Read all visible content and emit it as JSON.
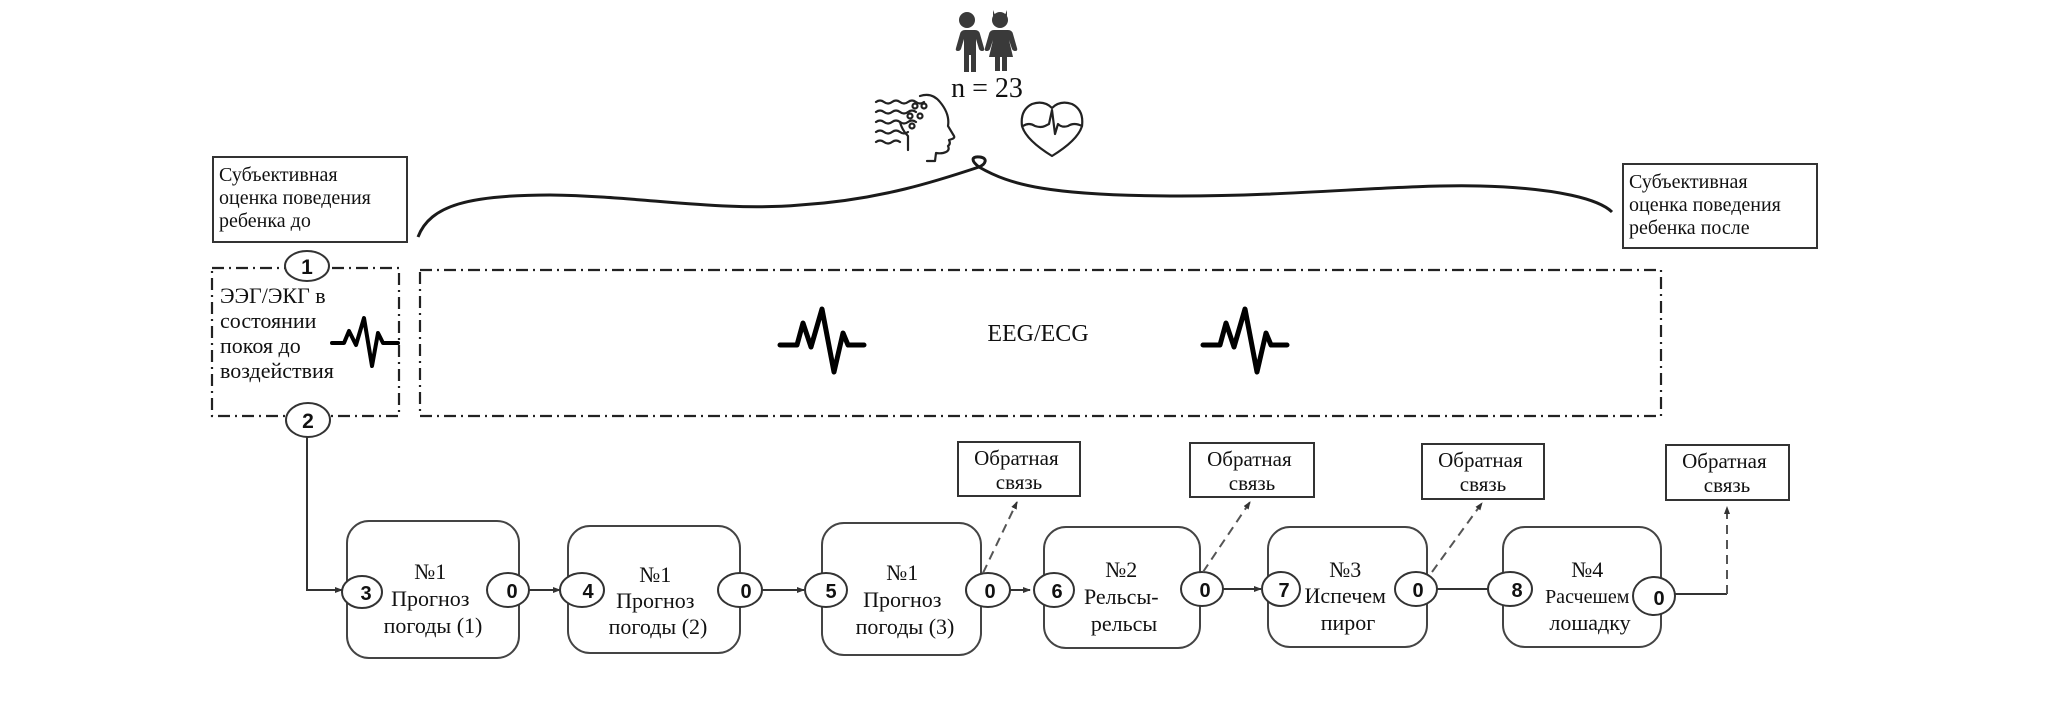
{
  "header": {
    "sample_label": "n = 23",
    "icons": [
      "children-icon",
      "eeg-head-icon",
      "heart-ecg-icon"
    ]
  },
  "assessment_before": {
    "lines": [
      "Субъективная",
      "оценка поведения",
      "ребенка до"
    ]
  },
  "assessment_after": {
    "lines": [
      "Субъективная",
      "оценка поведения",
      "ребенка после"
    ]
  },
  "rest_recording": {
    "lines": [
      "ЭЭГ/ЭКГ в",
      "состоянии",
      "покоя до",
      "воздействия"
    ],
    "port_in": "1",
    "port_out": "2"
  },
  "recording": {
    "label": "EEG/ECG"
  },
  "steps": [
    {
      "in_port": "3",
      "out_port": "0",
      "lines": [
        "№1",
        "Прогноз",
        "погоды (1)"
      ],
      "feedback": false
    },
    {
      "in_port": "4",
      "out_port": "0",
      "lines": [
        "№1",
        "Прогноз",
        "погоды (2)"
      ],
      "feedback": false
    },
    {
      "in_port": "5",
      "out_port": "0",
      "lines": [
        "№1",
        "Прогноз",
        "погоды (3)"
      ],
      "feedback": true
    },
    {
      "in_port": "6",
      "out_port": "0",
      "lines": [
        "№2",
        "Рельсы-",
        "рельсы"
      ],
      "feedback": true
    },
    {
      "in_port": "7",
      "out_port": "0",
      "lines": [
        "№3",
        "Испечем",
        "пирог"
      ],
      "feedback": true
    },
    {
      "in_port": "8",
      "out_port": "0",
      "lines": [
        "№4",
        "Расчешем",
        "лошадку"
      ],
      "feedback": true
    }
  ],
  "feedback": {
    "lines": [
      "Обратная",
      "связь"
    ]
  }
}
